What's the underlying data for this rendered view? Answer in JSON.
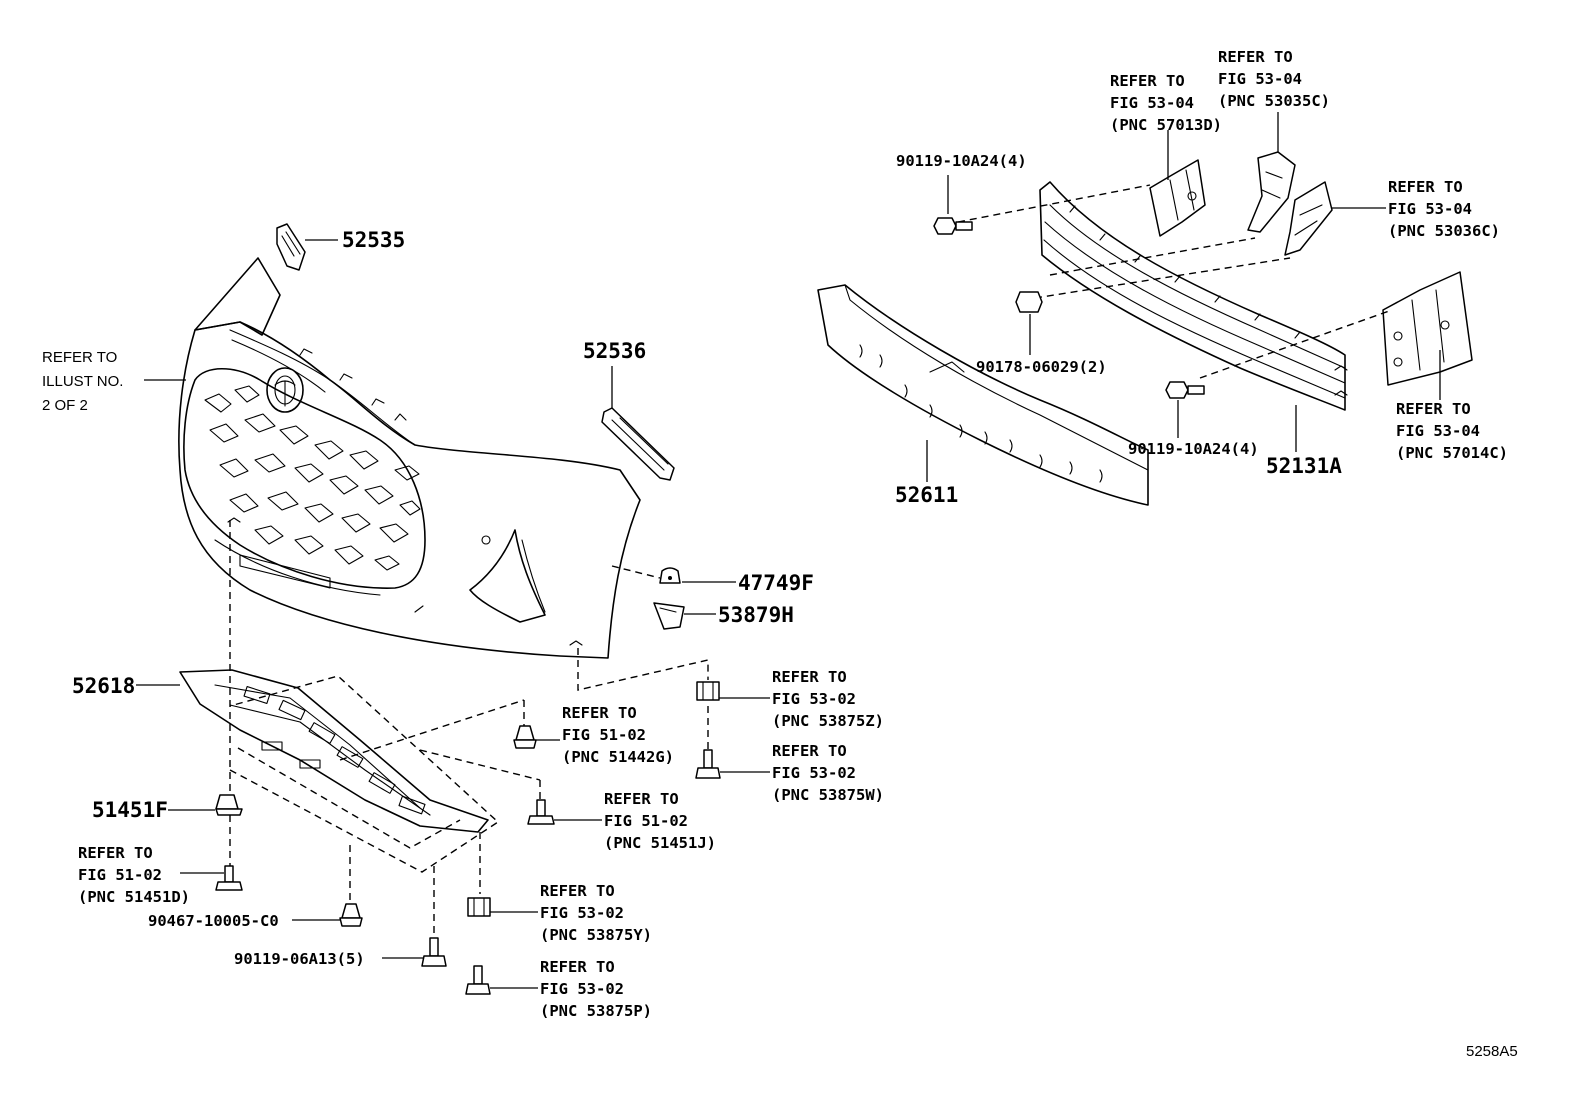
{
  "diagram_id": "5258A5",
  "parts": {
    "p52535": "52535",
    "p52536": "52536",
    "p47749F": "47749F",
    "p53879H": "53879H",
    "p52618": "52618",
    "p51451F": "51451F",
    "p52611": "52611",
    "p52131A": "52131A",
    "p90467": "90467-10005-C0",
    "p90119_06": "90119-06A13(5)",
    "p90119_10_top": "90119-10A24(4)",
    "p90119_10_bot": "90119-10A24(4)",
    "p90178": "90178-06029(2)"
  },
  "refs": {
    "illust": [
      "REFER TO",
      "ILLUST NO.",
      "2 OF 2"
    ],
    "r57013D": [
      "REFER TO",
      "FIG 53-04",
      "(PNC 57013D)"
    ],
    "r53035C": [
      "REFER TO",
      "FIG 53-04",
      "(PNC 53035C)"
    ],
    "r53036C": [
      "REFER TO",
      "FIG 53-04",
      "(PNC 53036C)"
    ],
    "r57014C": [
      "REFER TO",
      "FIG 53-04",
      "(PNC 57014C)"
    ],
    "r51442G": [
      "REFER TO",
      "FIG 51-02",
      "(PNC 51442G)"
    ],
    "r51451J": [
      "REFER TO",
      "FIG 51-02",
      "(PNC 51451J)"
    ],
    "r51451D": [
      "REFER TO",
      "FIG 51-02",
      "(PNC 51451D)"
    ],
    "r53875Z": [
      "REFER TO",
      "FIG 53-02",
      "(PNC 53875Z)"
    ],
    "r53875W": [
      "REFER TO",
      "FIG 53-02",
      "(PNC 53875W)"
    ],
    "r53875Y": [
      "REFER TO",
      "FIG 53-02",
      "(PNC 53875Y)"
    ],
    "r53875P": [
      "REFER TO",
      "FIG 53-02",
      "(PNC 53875P)"
    ]
  }
}
